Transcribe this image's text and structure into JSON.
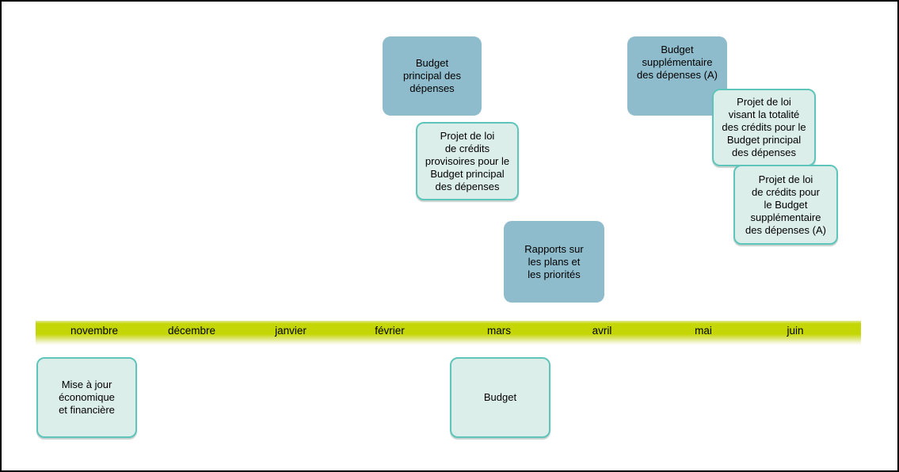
{
  "timeline": {
    "months": [
      "novembre",
      "décembre",
      "janvier",
      "février",
      "mars",
      "avril",
      "mai",
      "juin"
    ]
  },
  "events": {
    "budget_principal": {
      "text": "Budget\nprincipal des\ndépenses"
    },
    "credits_provisoires": {
      "text": "Projet de loi\nde crédits\nprovisoires pour le\nBudget principal\ndes dépenses"
    },
    "budget_supplementaire_a": {
      "text": "Budget\nsupplémentaire\ndes dépenses (A)"
    },
    "totalite_credits": {
      "text": "Projet de loi\nvisant la totalité\ndes crédits pour le\nBudget principal\ndes dépenses"
    },
    "credits_supplementaire_a": {
      "text": "Projet de loi\nde crédits pour\nle Budget\nsupplémentaire\ndes dépenses (A)"
    },
    "rapports_plans": {
      "text": "Rapports sur\nles plans et\nles priorités"
    },
    "mise_a_jour": {
      "text": "Mise à jour\néconomique\net financière"
    },
    "budget": {
      "text": "Budget"
    }
  },
  "colors": {
    "blue-fill": "#8fbccc",
    "teal-fill": "#dceee9",
    "teal-border": "#5fc5bb",
    "bar-green": "#c5d607",
    "text-color": "#000000",
    "page-border": "#000000"
  }
}
